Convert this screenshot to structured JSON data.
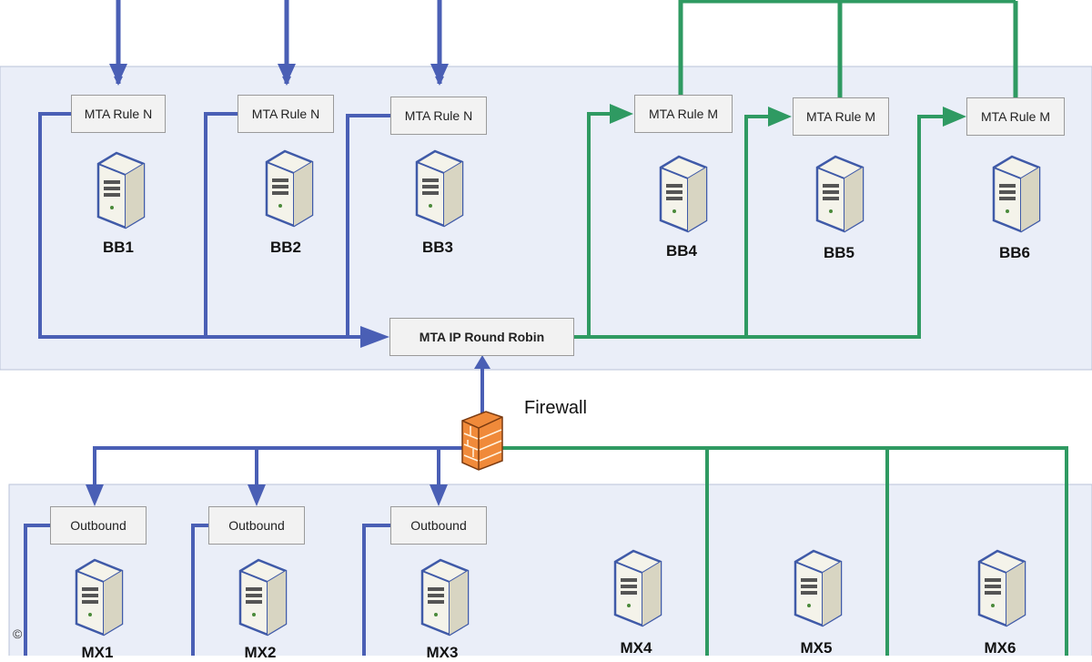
{
  "diagram": {
    "top_servers": [
      {
        "name": "BB1",
        "rule": "MTA Rule N"
      },
      {
        "name": "BB2",
        "rule": "MTA Rule N"
      },
      {
        "name": "BB3",
        "rule": "MTA Rule N"
      },
      {
        "name": "BB4",
        "rule": "MTA Rule M"
      },
      {
        "name": "BB5",
        "rule": "MTA Rule M"
      },
      {
        "name": "BB6",
        "rule": "MTA Rule M"
      }
    ],
    "round_robin_label": "MTA IP Round Robin",
    "firewall_label": "Firewall",
    "bottom_servers": [
      {
        "name": "MX1",
        "rule": "Outbound"
      },
      {
        "name": "MX2",
        "rule": "Outbound"
      },
      {
        "name": "MX3",
        "rule": "Outbound"
      },
      {
        "name": "MX4",
        "rule": ""
      },
      {
        "name": "MX5",
        "rule": ""
      },
      {
        "name": "MX6",
        "rule": ""
      }
    ],
    "copyright": "©",
    "colors": {
      "blue": "#4a5fb5",
      "green": "#2f9a62",
      "panel": "#eaeef8",
      "panel_border": "#b9c3d8"
    }
  }
}
